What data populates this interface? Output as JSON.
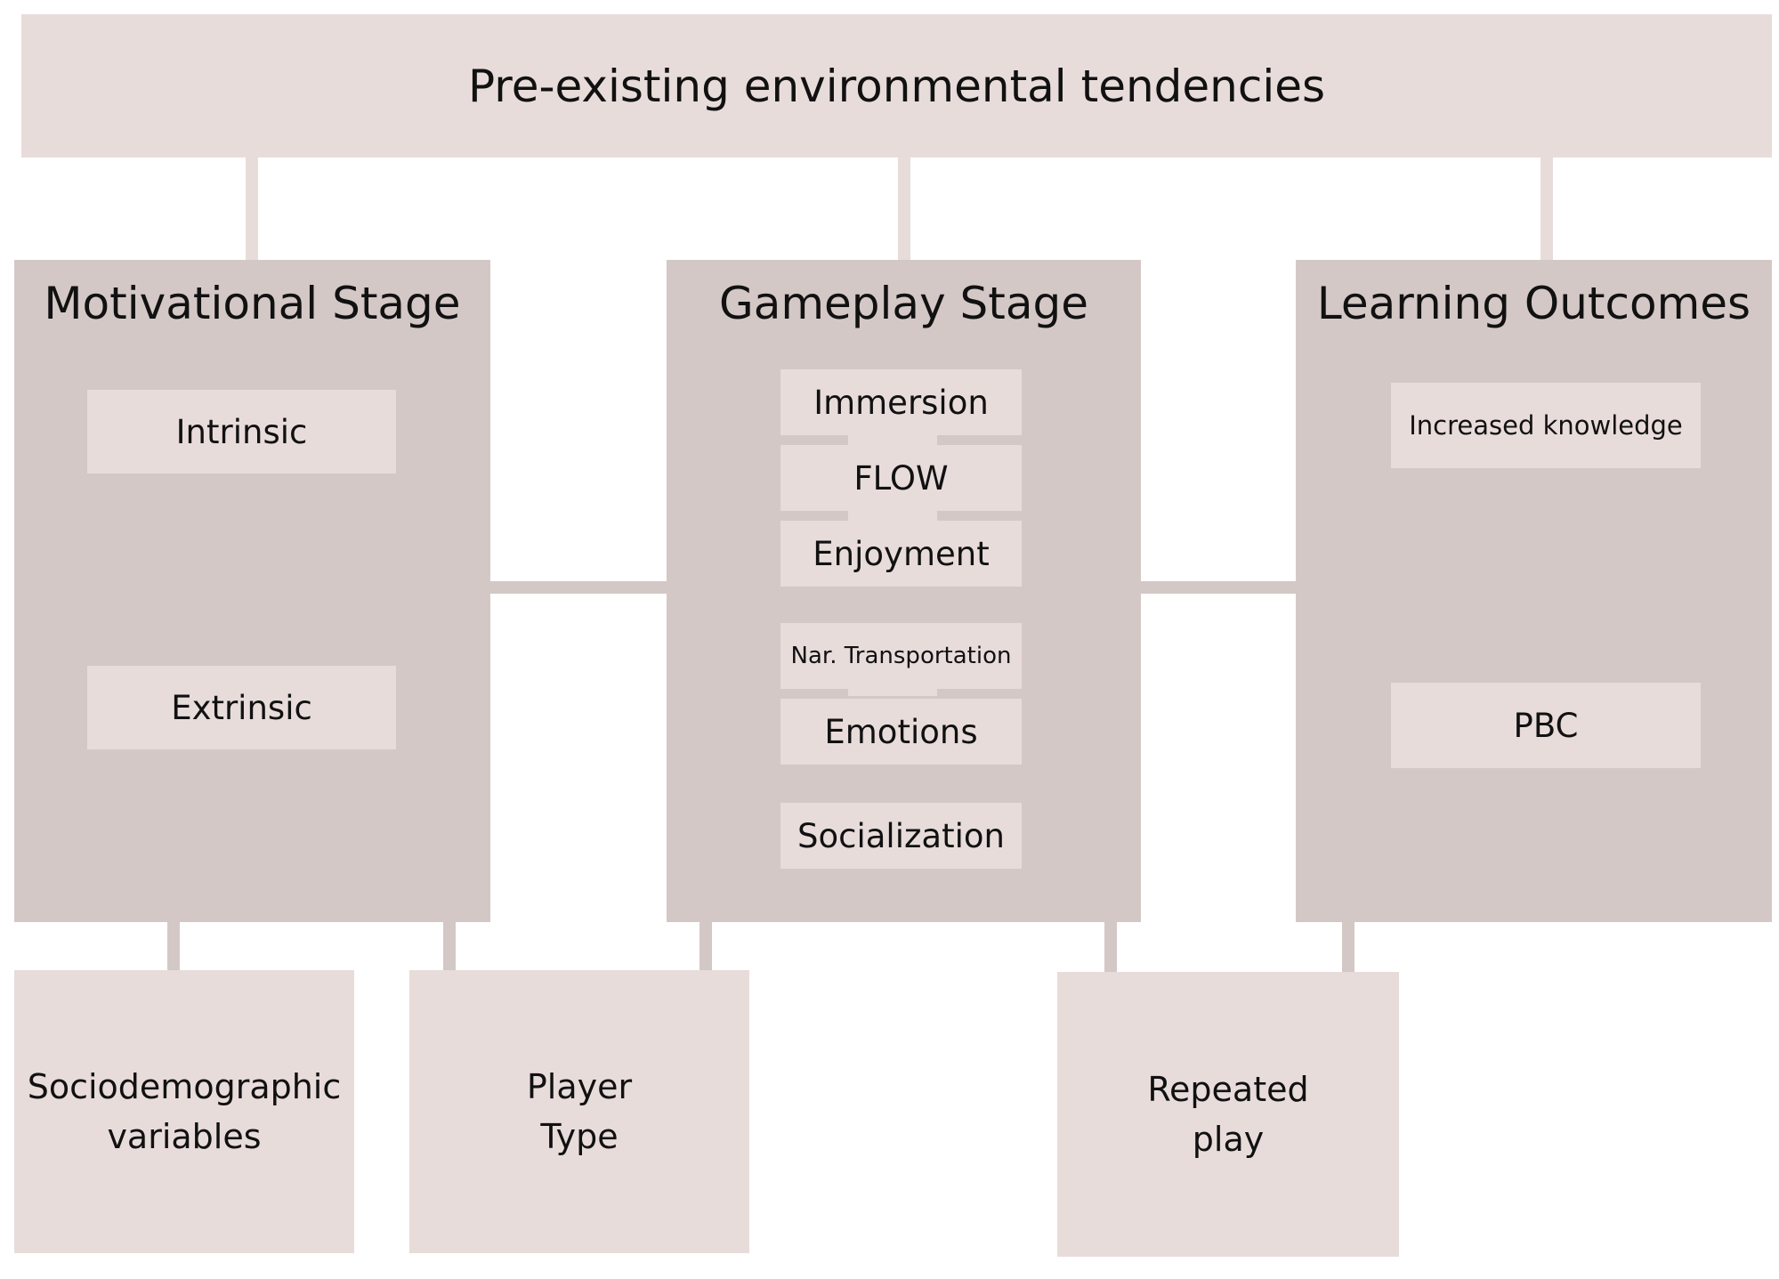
{
  "top": {
    "label": "Pre-existing environmental tendencies"
  },
  "stages": {
    "motivational": {
      "title": "Motivational Stage",
      "items": [
        "Intrinsic",
        "Extrinsic"
      ]
    },
    "gameplay": {
      "title": "Gameplay Stage",
      "items": [
        "Immersion",
        "FLOW",
        "Enjoyment",
        "Nar. Transportation",
        "Emotions",
        "Socialization"
      ]
    },
    "learning": {
      "title": "Learning Outcomes",
      "items": [
        "Increased knowledge",
        "PBC"
      ]
    }
  },
  "bottom": {
    "sociodemographic": {
      "line1": "Sociodemographic",
      "line2": "variables"
    },
    "player_type": {
      "line1": "Player",
      "line2": "Type"
    },
    "repeated_play": {
      "line1": "Repeated",
      "line2": "play"
    }
  },
  "colors": {
    "light_box": "#e8dcdb",
    "stage_box": "#d4c8c6",
    "text": "#111111"
  }
}
